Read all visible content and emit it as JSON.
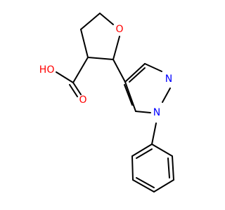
{
  "molecule": {
    "atoms": {
      "ring_oxygen": "O",
      "hydroxyl": "OH",
      "hydroxyl_h": "H",
      "hydroxyl_o": "O",
      "carbonyl_oxygen": "O",
      "pyrazole_n2": "N",
      "pyrazole_n1": "N"
    },
    "colors": {
      "oxygen": "#ff0000",
      "nitrogen": "#0000ff",
      "carbon": "#000000"
    }
  }
}
